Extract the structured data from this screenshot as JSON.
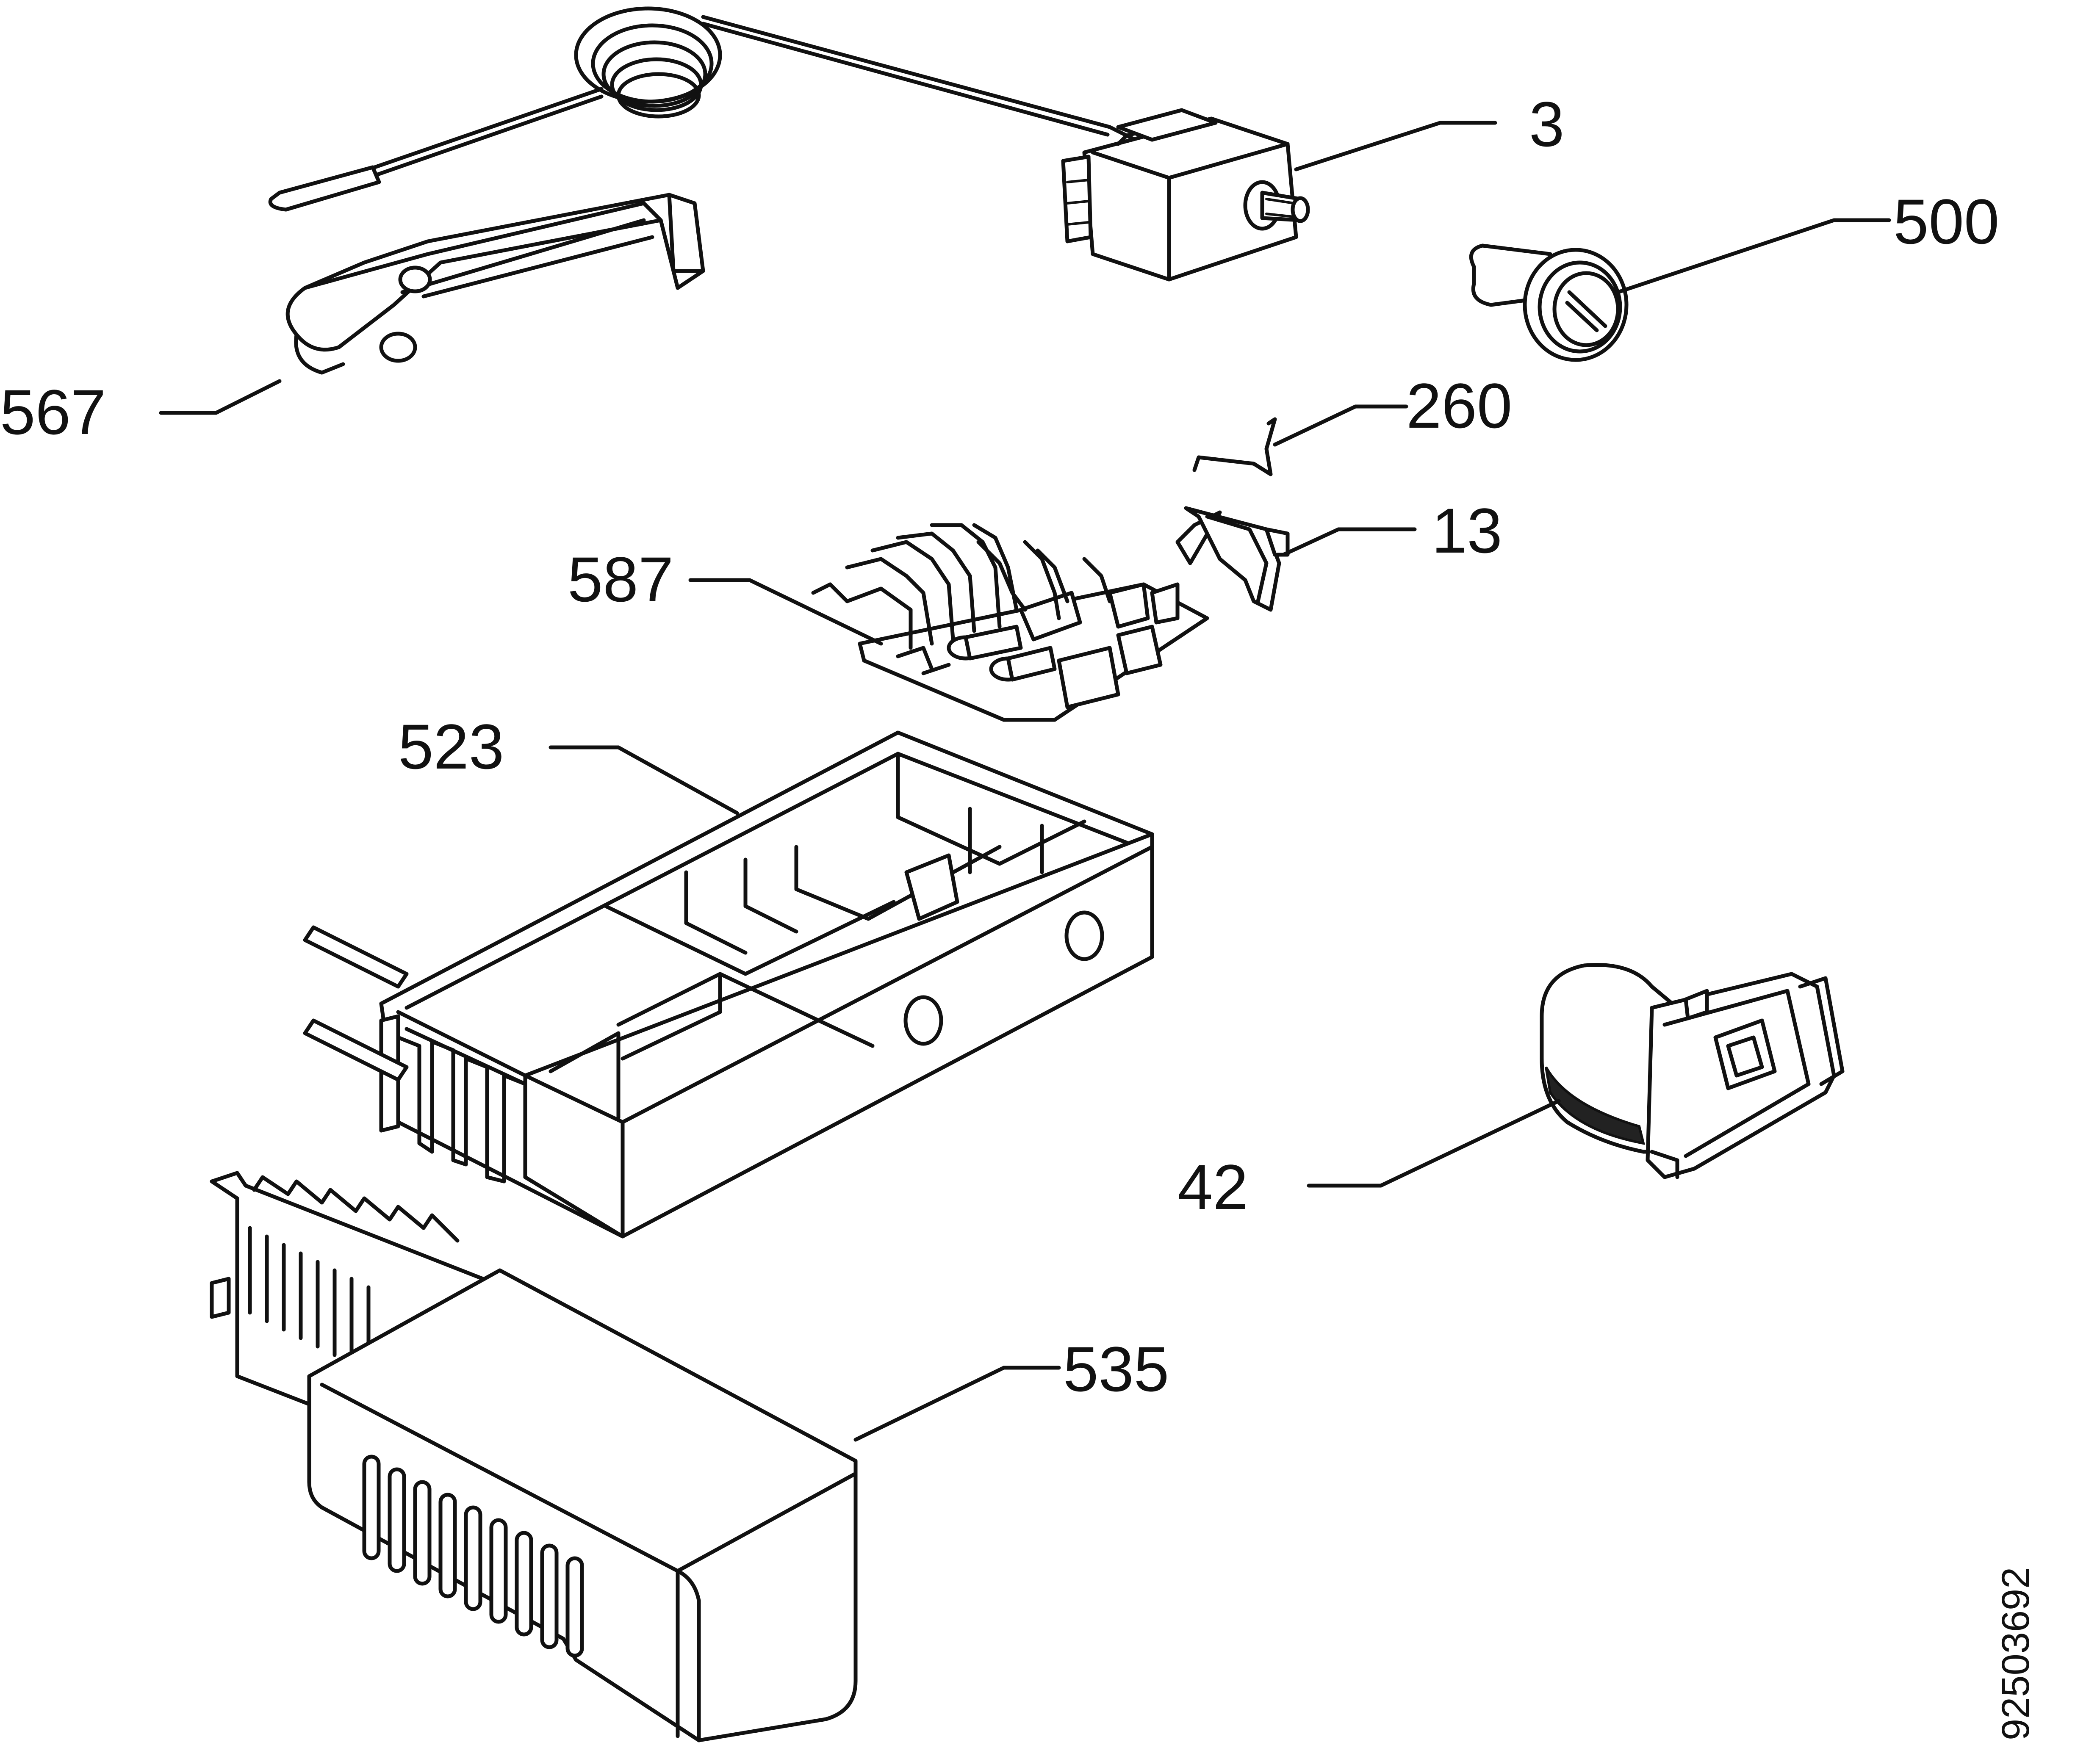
{
  "callouts": {
    "part_3": "3",
    "part_500": "500",
    "part_567": "567",
    "part_260": "260",
    "part_13": "13",
    "part_587": "587",
    "part_523": "523",
    "part_42": "42",
    "part_535": "535"
  },
  "document_number": "925036​92"
}
